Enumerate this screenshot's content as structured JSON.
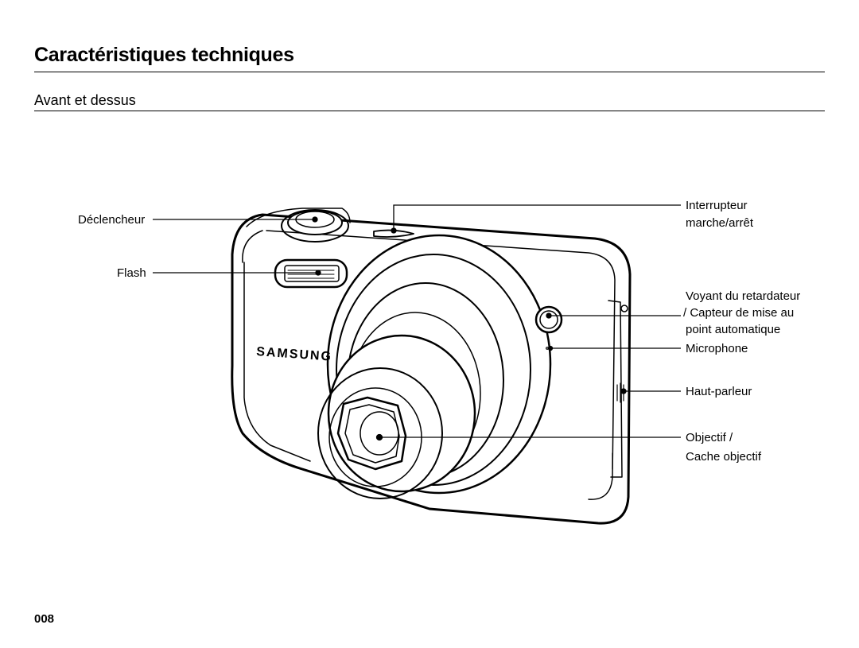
{
  "header": {
    "title": "Caractéristiques techniques",
    "subtitle": "Avant et dessus"
  },
  "camera": {
    "brand": "SAMSUNG"
  },
  "callouts": {
    "shutter": "Déclencheur",
    "flash": "Flash",
    "power_line1": "Interrupteur",
    "power_line2": "marche/arrêt",
    "timer_line1": "Voyant du retardateur",
    "timer_line2": "/ Capteur de mise au",
    "timer_line3": "point automatique",
    "microphone": "Microphone",
    "speaker": "Haut-parleur",
    "lens_line1": "Objectif /",
    "lens_line2": "Cache objectif"
  },
  "footer": {
    "page_number": "008"
  }
}
